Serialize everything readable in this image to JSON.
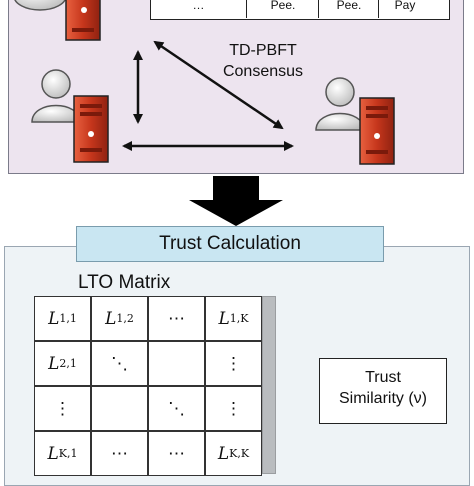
{
  "consensus": {
    "label_line1": "TD-PBFT",
    "label_line2": "Consensus",
    "table_cells": [
      "…",
      "Pee.",
      "Pee.",
      "Pay"
    ]
  },
  "trust": {
    "header": "Trust Calculation",
    "matrix_title": "LTO Matrix",
    "matrix": [
      [
        {
          "sym": "L",
          "sub": "1,1"
        },
        {
          "sym": "L",
          "sub": "1,2"
        },
        {
          "sym": "⋯",
          "sub": ""
        },
        {
          "sym": "L",
          "sub": "1,K"
        }
      ],
      [
        {
          "sym": "L",
          "sub": "2,1"
        },
        {
          "sym": "⋱",
          "sub": ""
        },
        {
          "sym": "",
          "sub": ""
        },
        {
          "sym": "⋮",
          "sub": ""
        }
      ],
      [
        {
          "sym": "⋮",
          "sub": ""
        },
        {
          "sym": "",
          "sub": ""
        },
        {
          "sym": "⋱",
          "sub": ""
        },
        {
          "sym": "⋮",
          "sub": ""
        }
      ],
      [
        {
          "sym": "L",
          "sub": "K,1"
        },
        {
          "sym": "⋯",
          "sub": ""
        },
        {
          "sym": "⋯",
          "sub": ""
        },
        {
          "sym": "L",
          "sub": "K,K"
        }
      ]
    ],
    "similarity_line1": "Trust",
    "similarity_line2": "Similarity (ν)"
  },
  "colors": {
    "consensus_bg": "#ede4ef",
    "trust_bg": "#eef3f6",
    "header_bg": "#c9e6f2",
    "server_red": "#d9442a"
  },
  "icons": [
    "user-icon",
    "server-icon"
  ]
}
